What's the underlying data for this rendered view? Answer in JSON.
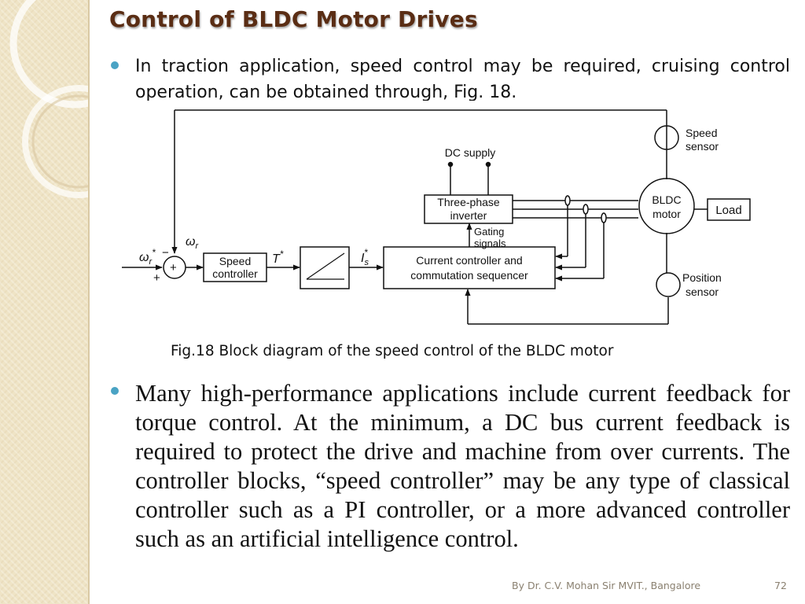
{
  "slide": {
    "title": "Control of BLDC Motor Drives",
    "bullet1": "In traction application, speed control may be required, cruising control operation, can be obtained through, Fig. 18.",
    "bullet2": "Many high-performance applications include current feedback for torque control. At the minimum, a DC bus current feedback is required to protect the drive and machine from over currents. The controller blocks, “speed controller” may be any type of classical controller such as a PI controller, or a more advanced controller such as an artificial intelligence control.",
    "caption": "Fig.18 Block diagram of the speed control of the BLDC motor"
  },
  "diagram": {
    "dc_supply": "DC supply",
    "inverter_line1": "Three-phase",
    "inverter_line2": "inverter",
    "gating_line1": "Gating",
    "gating_line2": "signals",
    "bldc_line1": "BLDC",
    "bldc_line2": "motor",
    "load": "Load",
    "speed_sensor_line1": "Speed",
    "speed_sensor_line2": "sensor",
    "position_sensor_line1": "Position",
    "position_sensor_line2": "sensor",
    "speed_controller_line1": "Speed",
    "speed_controller_line2": "controller",
    "current_controller_line1": "Current controller and",
    "current_controller_line2": "commutation sequencer",
    "torque_ref": "T",
    "current_ref": "I",
    "current_ref_sub": "s",
    "speed_ref": "ω",
    "speed_ref_sub": "r",
    "speed_fb": "ω",
    "speed_fb_sub": "r",
    "star": "*",
    "plus": "+",
    "minus": "−"
  },
  "footer": {
    "author": "By Dr. C.V. Mohan Sir MVIT., Bangalore",
    "page": "72"
  },
  "colors": {
    "title": "#5a2d14",
    "bullet": "#4aa3c4",
    "sidebar": "#efe4c6"
  }
}
